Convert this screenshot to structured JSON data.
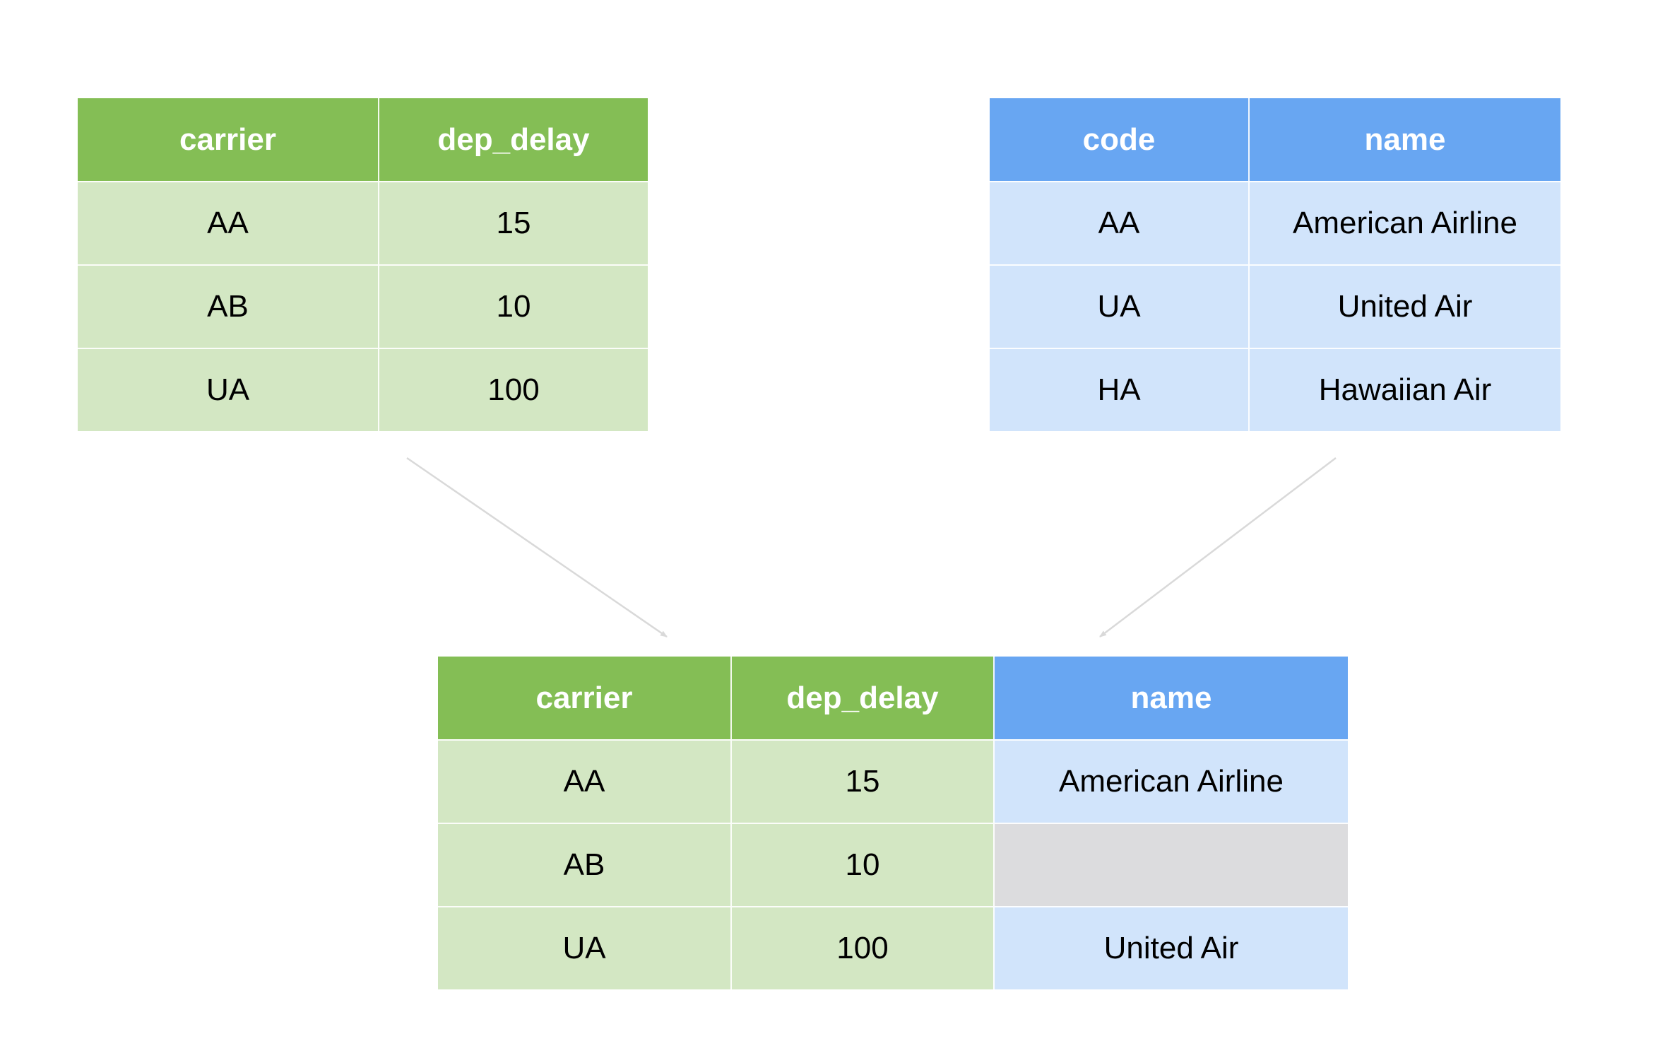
{
  "left_table": {
    "headers": [
      "carrier",
      "dep_delay"
    ],
    "rows": [
      [
        "AA",
        "15"
      ],
      [
        "AB",
        "10"
      ],
      [
        "UA",
        "100"
      ]
    ]
  },
  "right_table": {
    "headers": [
      "code",
      "name"
    ],
    "rows": [
      [
        "AA",
        "American Airline"
      ],
      [
        "UA",
        "United Air"
      ],
      [
        "HA",
        "Hawaiian Air"
      ]
    ]
  },
  "result_table": {
    "headers": [
      "carrier",
      "dep_delay",
      "name"
    ],
    "rows": [
      [
        "AA",
        "15",
        "American Airline"
      ],
      [
        "AB",
        "10",
        ""
      ],
      [
        "UA",
        "100",
        "United Air"
      ]
    ]
  },
  "colors": {
    "left_header": "#84be55",
    "left_cell": "#d3e7c3",
    "right_header": "#68a6f2",
    "right_cell": "#d1e4fb",
    "missing_cell": "#dcdcde",
    "arrow": "#d9d9d9"
  }
}
